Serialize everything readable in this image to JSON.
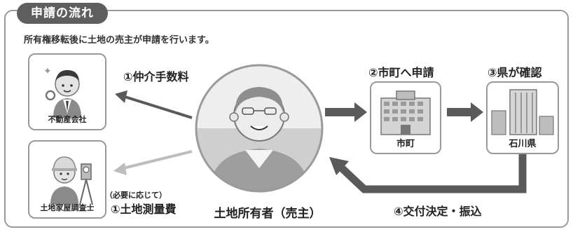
{
  "title": "申請の流れ",
  "subtitle": "所有権移転後に土地の売主が申請を行います。",
  "parties": {
    "realtor": "不動産会社",
    "surveyor": "土地家屋調査士",
    "owner": "土地所有者（売主）",
    "city": "市町",
    "prefecture": "石川県"
  },
  "steps": {
    "brokerage_fee": "①仲介手数料",
    "if_needed": "（必要に応じて）",
    "survey_fee": "①土地測量費",
    "apply_city": "②市町へ申請",
    "pref_confirm": "③県が確認",
    "payment": "④交付決定・振込"
  },
  "colors": {
    "frame": "#9a9a9a",
    "title_bg": "#5e5e5e",
    "arrow_dark": "#5a5a5a",
    "arrow_light": "#bdbdbd",
    "circle_top": "#eeeeee",
    "circle_bottom": "#cfcfcf"
  }
}
